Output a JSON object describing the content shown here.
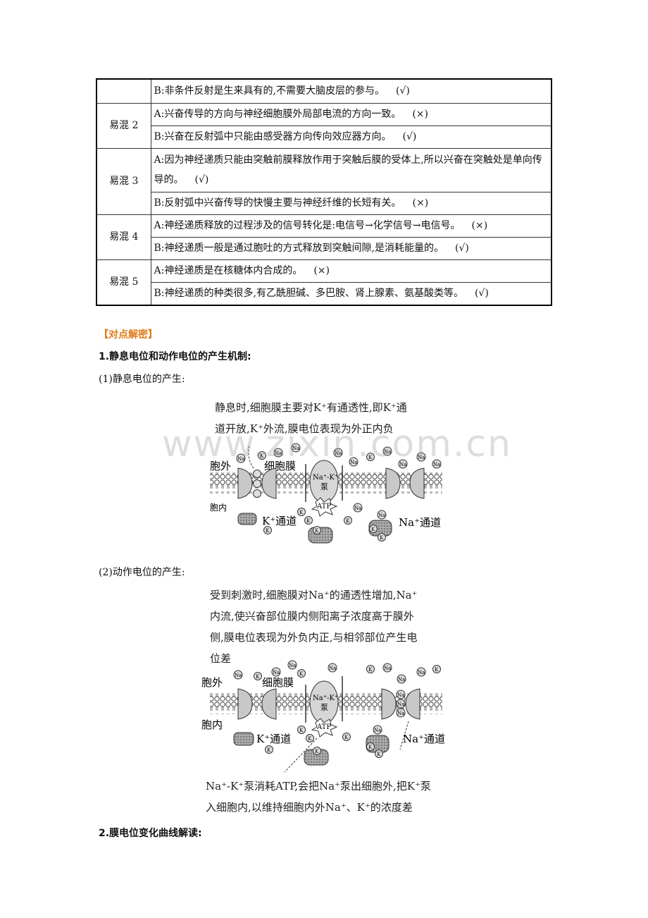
{
  "table": {
    "rows": [
      {
        "label": "",
        "statements": [
          {
            "text": "B:非条件反射是生来具有的,不需要大脑皮层的参与。",
            "mark": "(√)"
          }
        ]
      },
      {
        "label": "易混 2",
        "statements": [
          {
            "text": "A:兴奋传导的方向与神经细胞膜外局部电流的方向一致。",
            "mark": "(×)"
          },
          {
            "text": "B:兴奋在反射弧中只能由感受器方向传向效应器方向。",
            "mark": "(√)"
          }
        ]
      },
      {
        "label": "易混 3",
        "statements": [
          {
            "text": "A:因为神经递质只能由突触前膜释放作用于突触后膜的受体上,所以兴奋在突触处是单向传导的。",
            "mark": "(√)"
          },
          {
            "text": "B:反射弧中兴奋传导的快慢主要与神经纤维的长短有关。",
            "mark": "(×)"
          }
        ]
      },
      {
        "label": "易混 4",
        "statements": [
          {
            "text": "A:神经递质释放的过程涉及的信号转化是:电信号→化学信号→电信号。",
            "mark": "(×)"
          },
          {
            "text": "B:神经递质一般是通过胞吐的方式释放到突触间隙,是消耗能量的。",
            "mark": "(√)"
          }
        ]
      },
      {
        "label": "易混 5",
        "statements": [
          {
            "text": "A:神经递质是在核糖体内合成的。",
            "mark": "(×)"
          },
          {
            "text": "B:神经递质的种类很多,有乙酰胆碱、多巴胺、肾上腺素、氨基酸类等。",
            "mark": "(√)"
          }
        ]
      }
    ]
  },
  "section_tag": "【对点解密】",
  "heading1": "1.静息电位和动作电位的产生机制:",
  "sub1": "(1)静息电位的产生:",
  "fig1": {
    "caption_lines": [
      "静息时,细胞膜主要对K⁺有通透性,即K⁺通",
      "道开放,K⁺外流,膜电位表现为外正内负"
    ],
    "label_outside": "胞外",
    "label_membrane": "细胞膜",
    "label_inside": "胞内",
    "label_k_channel": "K⁺通道",
    "label_na_channel": "Na⁺通道",
    "pump_label": "Na⁺-K⁺",
    "pump_label2": "泵",
    "atp_label": "ATP"
  },
  "watermark": "www.zixin.com.cn",
  "sub2": "(2)动作电位的产生:",
  "fig2": {
    "caption_lines": [
      "受到刺激时,细胞膜对Na⁺的通透性增加,Na⁺",
      "内流,使兴奋部位膜内侧阳离子浓度高于膜外",
      "侧,膜电位表现为外负内正,与相邻部位产生电",
      "位差"
    ],
    "label_outside": "胞外",
    "label_membrane": "细胞膜",
    "label_inside": "胞内",
    "label_k_channel": "K⁺通道",
    "label_na_channel": "Na⁺通道",
    "pump_label": "Na⁺-K⁺",
    "pump_label2": "泵",
    "atp_label": "ATP",
    "bottom_lines": [
      "Na⁺-K⁺泵消耗ATP,会把Na⁺泵出细胞外,把K⁺泵",
      "入细胞内,以维持细胞内外Na⁺、K⁺的浓度差"
    ]
  },
  "ion_k": "K",
  "ion_na": "Na",
  "heading2": "2.膜电位变化曲线解读:"
}
